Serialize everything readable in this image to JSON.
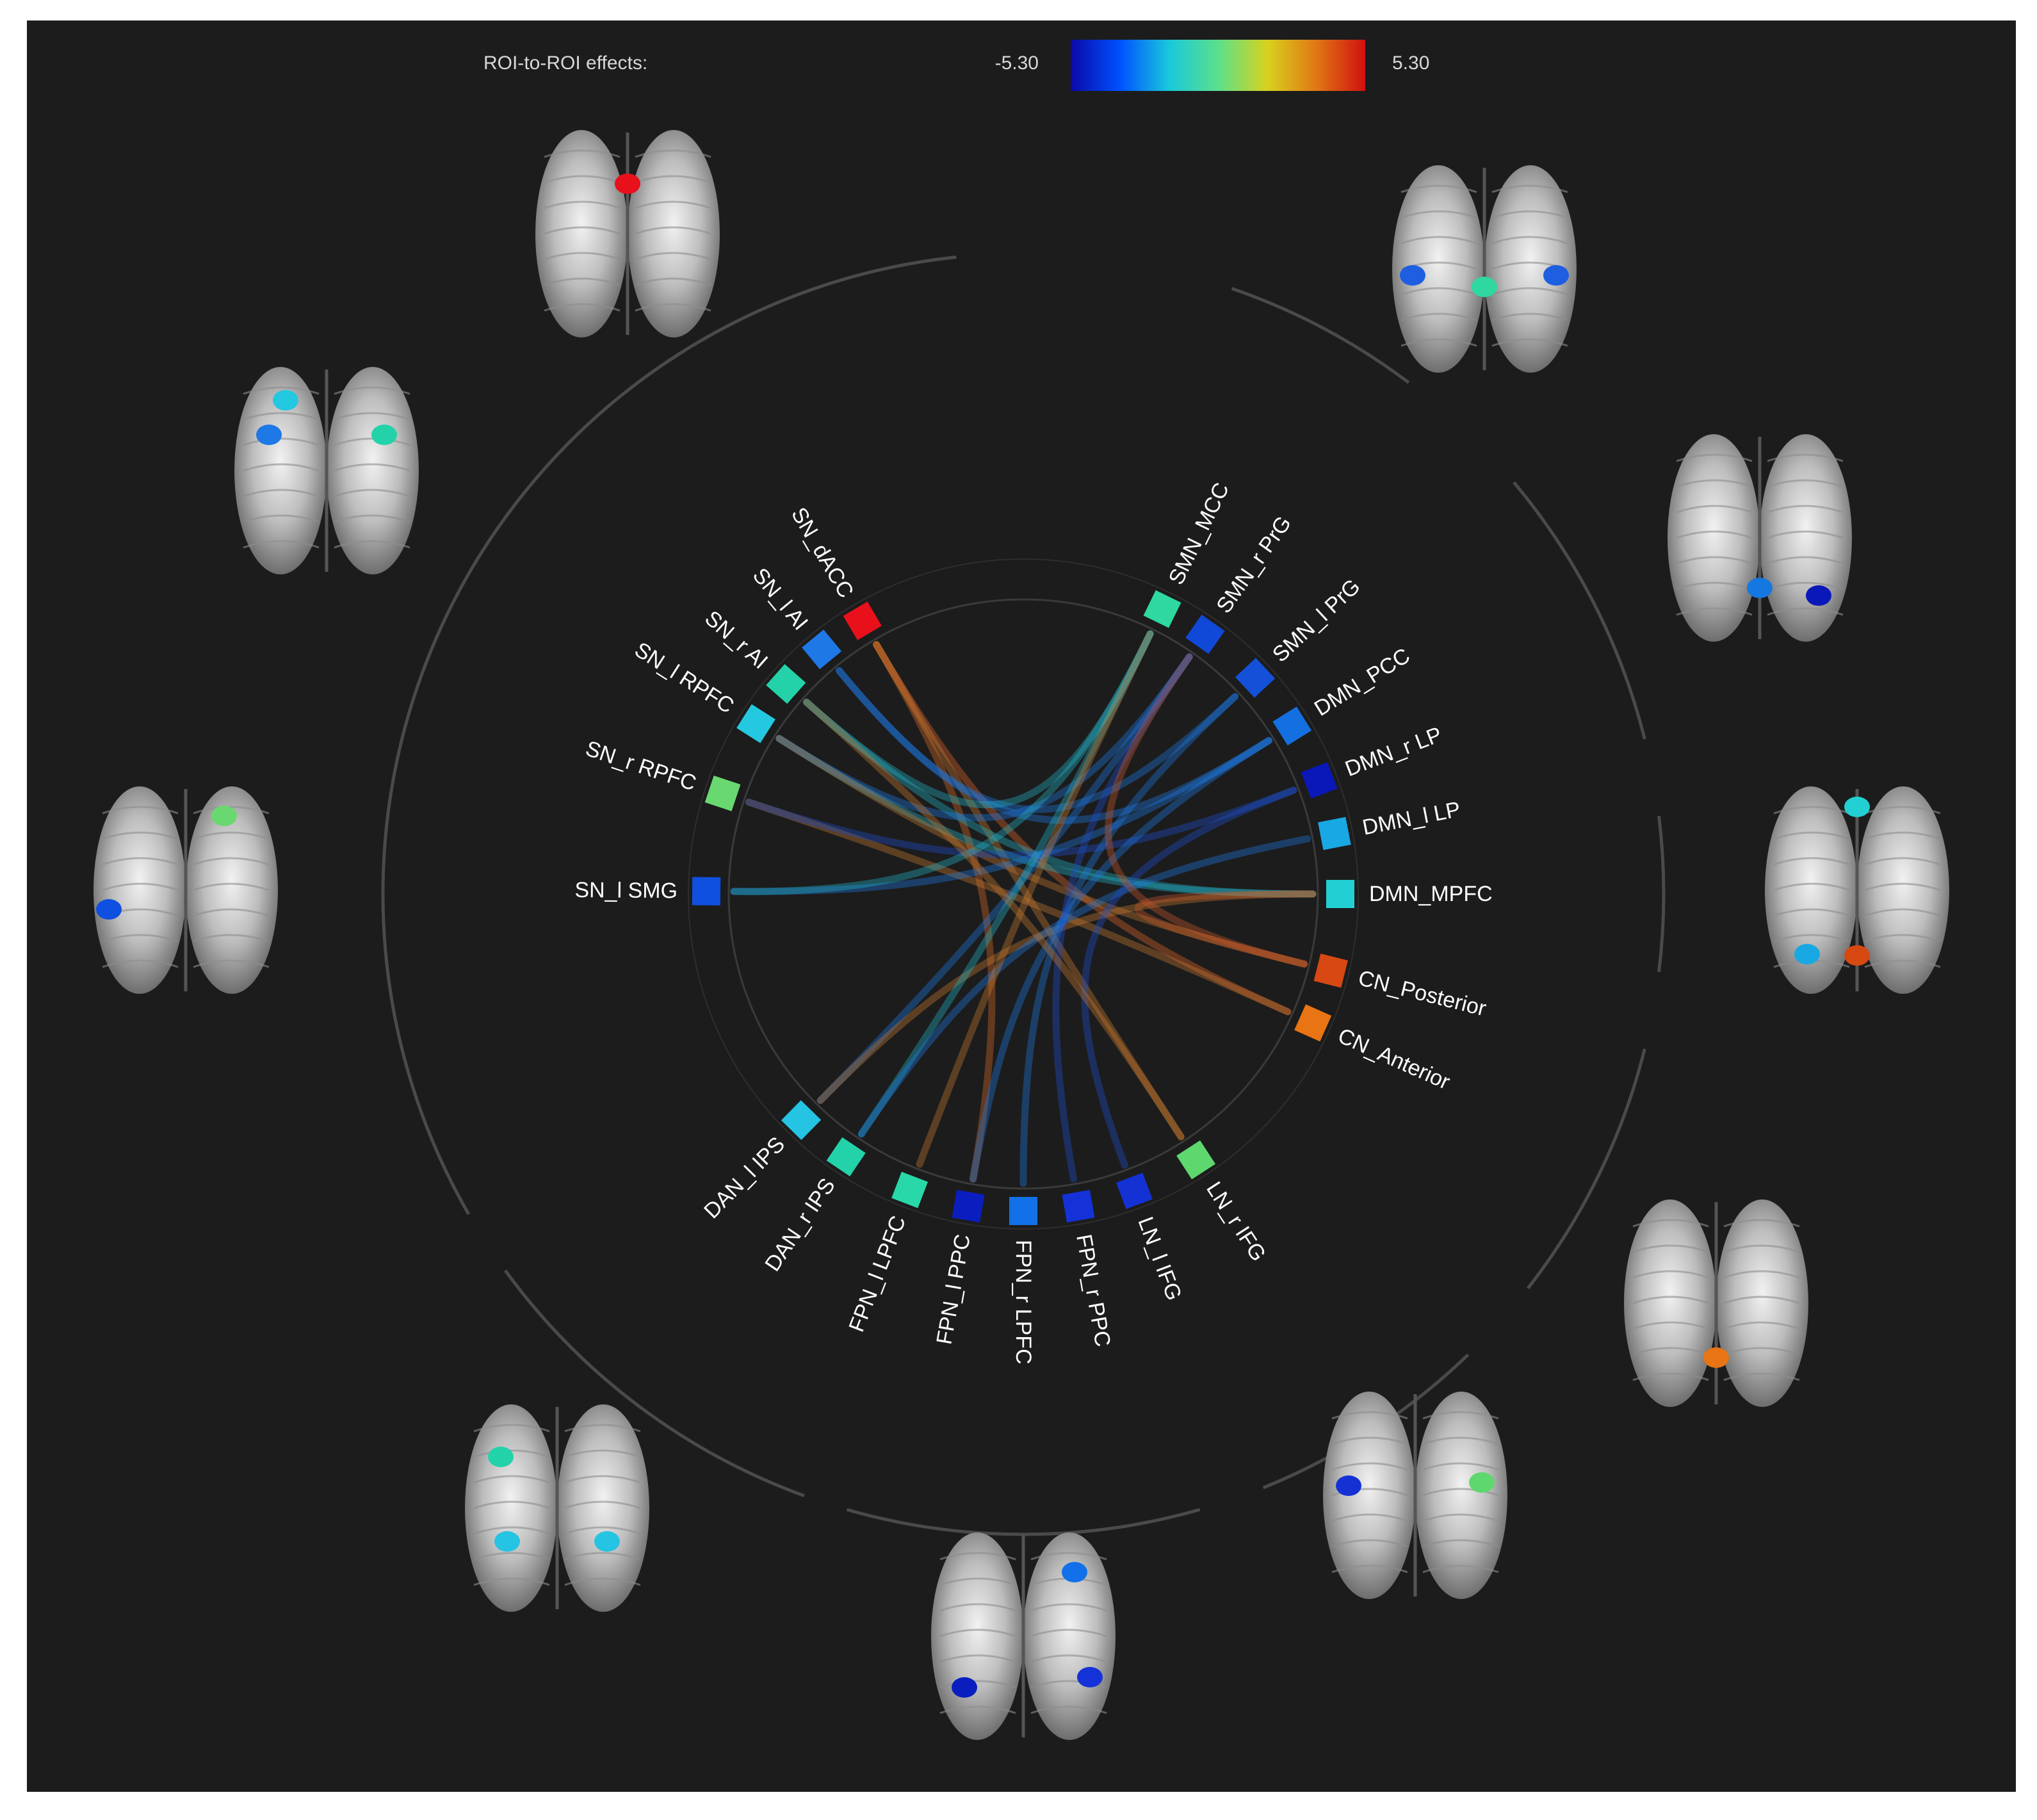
{
  "legend": {
    "title": "ROI-to-ROI effects:",
    "min_label": "-5.30",
    "max_label": "5.30",
    "min": -5.3,
    "max": 5.3,
    "colormap": [
      "#0a0aa8",
      "#0050ff",
      "#19c8dc",
      "#5ae08c",
      "#d8d21e",
      "#e07814",
      "#d01010"
    ]
  },
  "rois": [
    {
      "label": "SN_dACC",
      "color": "#e8101a"
    },
    {
      "label": "SN_l AI",
      "color": "#1e78e6"
    },
    {
      "label": "SN_r AI",
      "color": "#24d2aa"
    },
    {
      "label": "SN_l RPFC",
      "color": "#24c8e0"
    },
    {
      "label": "SN_r RPFC",
      "color": "#6ad870"
    },
    {
      "label": "SN_l SMG",
      "color": "#1050e0"
    },
    {
      "label": "DAN_l IPS",
      "color": "#24c4e2"
    },
    {
      "label": "DAN_r IPS",
      "color": "#24d2aa"
    },
    {
      "label": "FPN_l LPFC",
      "color": "#28d8a8"
    },
    {
      "label": "FPN_l PPC",
      "color": "#0a1ec0"
    },
    {
      "label": "FPN_r LPFC",
      "color": "#1270e8"
    },
    {
      "label": "FPN_r PPC",
      "color": "#1432d8"
    },
    {
      "label": "LN_l IFG",
      "color": "#1432d4"
    },
    {
      "label": "LN_r IFG",
      "color": "#5ed86e"
    },
    {
      "label": "CN_Anterior",
      "color": "#e87414"
    },
    {
      "label": "CN_Posterior",
      "color": "#d84812"
    },
    {
      "label": "DMN_MPFC",
      "color": "#22d0d4"
    },
    {
      "label": "DMN_l LP",
      "color": "#18a8e4"
    },
    {
      "label": "DMN_r LP",
      "color": "#0a18b8"
    },
    {
      "label": "DMN_PCC",
      "color": "#1470e0"
    },
    {
      "label": "SMN_l PrG",
      "color": "#1450d8"
    },
    {
      "label": "SMN_r PrG",
      "color": "#1048d8"
    },
    {
      "label": "SMN_MCC",
      "color": "#2ed8a0"
    }
  ],
  "connections": [
    {
      "from": "SN_dACC",
      "to": "CN_Anterior",
      "color": "#e0642a"
    },
    {
      "from": "SN_dACC",
      "to": "FPN_l PPC",
      "color": "#d86a28"
    },
    {
      "from": "SN_dACC",
      "to": "LN_r IFG",
      "color": "#c87a30"
    },
    {
      "from": "SN_l AI",
      "to": "SMN_l PrG",
      "color": "#1e78e6"
    },
    {
      "from": "SN_l AI",
      "to": "DMN_PCC",
      "color": "#1e78e6"
    },
    {
      "from": "SN_r AI",
      "to": "SMN_MCC",
      "color": "#22b4c8"
    },
    {
      "from": "SN_r AI",
      "to": "DMN_MPFC",
      "color": "#22b4c8"
    },
    {
      "from": "SN_l RPFC",
      "to": "DMN_MPFC",
      "color": "#22b4c8"
    },
    {
      "from": "SN_l RPFC",
      "to": "SMN_r PrG",
      "color": "#1e78e6"
    },
    {
      "from": "SN_l RPFC",
      "to": "CN_Posterior",
      "color": "#c87a30"
    },
    {
      "from": "SN_r RPFC",
      "to": "CN_Anterior",
      "color": "#c87a30"
    },
    {
      "from": "SN_r RPFC",
      "to": "DMN_r LP",
      "color": "#1e4ed0"
    },
    {
      "from": "SN_l SMG",
      "to": "DMN_PCC",
      "color": "#1e78e6"
    },
    {
      "from": "SN_l SMG",
      "to": "SMN_MCC",
      "color": "#22b4c8"
    },
    {
      "from": "DAN_l IPS",
      "to": "SMN_r PrG",
      "color": "#1e78e6"
    },
    {
      "from": "DAN_l IPS",
      "to": "DMN_MPFC",
      "color": "#c87a30"
    },
    {
      "from": "DAN_r IPS",
      "to": "SMN_MCC",
      "color": "#22b4c8"
    },
    {
      "from": "DAN_r IPS",
      "to": "DMN_l LP",
      "color": "#1e78e6"
    },
    {
      "from": "FPN_l LPFC",
      "to": "SMN_MCC",
      "color": "#c87a30"
    },
    {
      "from": "FPN_l PPC",
      "to": "DMN_PCC",
      "color": "#1e78e6"
    },
    {
      "from": "FPN_r LPFC",
      "to": "SMN_l PrG",
      "color": "#1e78e6"
    },
    {
      "from": "FPN_r PPC",
      "to": "SMN_r PrG",
      "color": "#1e4ed0"
    },
    {
      "from": "LN_l IFG",
      "to": "DMN_r LP",
      "color": "#1e4ed0"
    },
    {
      "from": "LN_r IFG",
      "to": "SN_r AI",
      "color": "#c87a30"
    },
    {
      "from": "CN_Posterior",
      "to": "SMN_r PrG",
      "color": "#c8582a"
    },
    {
      "from": "CN_Posterior",
      "to": "DMN_MPFC",
      "color": "#c8582a"
    }
  ],
  "brains": [
    {
      "group": "SN",
      "dots": [
        {
          "color": "#e8101a"
        }
      ]
    },
    {
      "group": "SMN",
      "dots": [
        {
          "color": "#1e5ee0"
        },
        {
          "color": "#1e5ee0"
        },
        {
          "color": "#2ed8a0"
        }
      ]
    },
    {
      "group": "SN",
      "dots": [
        {
          "color": "#24c8e0"
        },
        {
          "color": "#1e78e6"
        },
        {
          "color": "#24d2aa"
        }
      ]
    },
    {
      "group": "DMN",
      "dots": [
        {
          "color": "#1478e0"
        },
        {
          "color": "#0a18b8"
        }
      ]
    },
    {
      "group": "SN",
      "dots": [
        {
          "color": "#6ad870"
        },
        {
          "color": "#1050e0"
        }
      ]
    },
    {
      "group": "DMN",
      "dots": [
        {
          "color": "#22d0d4"
        },
        {
          "color": "#18a8e4"
        },
        {
          "color": "#d84812"
        }
      ]
    },
    {
      "group": "CN",
      "dots": [
        {
          "color": "#e87414"
        }
      ]
    },
    {
      "group": "LN",
      "dots": [
        {
          "color": "#1432d4"
        },
        {
          "color": "#5ed86e"
        }
      ]
    },
    {
      "group": "FPN",
      "dots": [
        {
          "color": "#1270e8"
        },
        {
          "color": "#0a1ec0"
        },
        {
          "color": "#1432d8"
        }
      ]
    },
    {
      "group": "DAN",
      "dots": [
        {
          "color": "#24d2aa"
        },
        {
          "color": "#24c4e2"
        },
        {
          "color": "#24c4e2"
        }
      ]
    }
  ]
}
